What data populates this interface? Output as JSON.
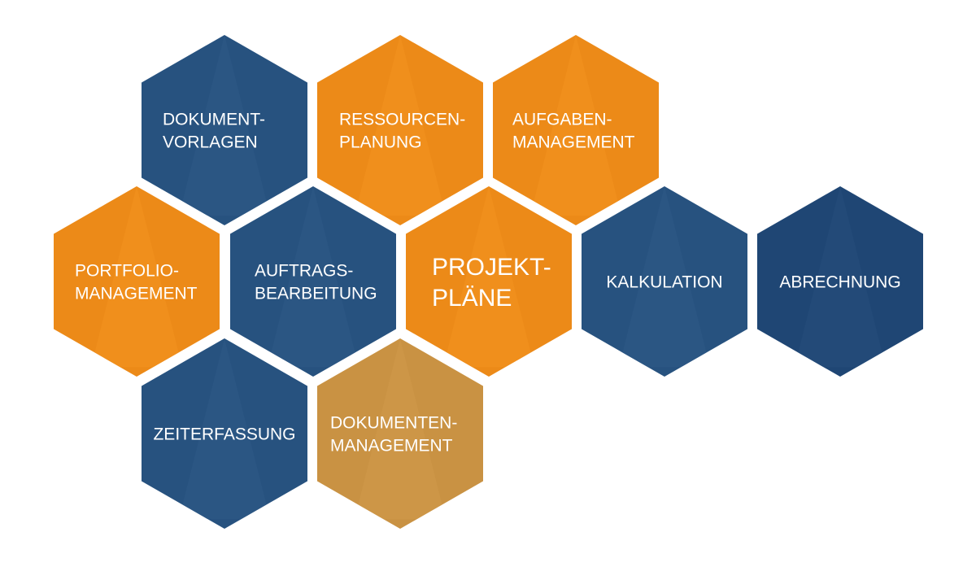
{
  "colors": {
    "blue": "#27527f",
    "blue_light": "#2e5f8f",
    "blue_dark": "#1f4674",
    "orange": "#ec8a18",
    "orange_light": "#f19a33",
    "orange_muted": "#c99243",
    "text": "#ffffff"
  },
  "hexagons": [
    {
      "id": "dokument-vorlagen",
      "lines": [
        "DOKUMENT-",
        "VORLAGEN"
      ],
      "color": "blue",
      "highlight": false
    },
    {
      "id": "ressourcen-planung",
      "lines": [
        "RESSOURCEN-",
        "PLANUNG"
      ],
      "color": "orange",
      "highlight": false
    },
    {
      "id": "aufgaben-management",
      "lines": [
        "AUFGABEN-",
        "MANAGEMENT"
      ],
      "color": "orange",
      "highlight": false
    },
    {
      "id": "portfolio-management",
      "lines": [
        "PORTFOLIO-",
        "MANAGEMENT"
      ],
      "color": "orange",
      "highlight": false
    },
    {
      "id": "auftrags-bearbeitung",
      "lines": [
        "AUFTRAGS-",
        "BEARBEITUNG"
      ],
      "color": "blue",
      "highlight": false
    },
    {
      "id": "projekt-plaene",
      "lines": [
        "PROJEKT-",
        "PLÄNE"
      ],
      "color": "orange",
      "highlight": true
    },
    {
      "id": "kalkulation",
      "lines": [
        "KALKULATION"
      ],
      "color": "blue",
      "highlight": false
    },
    {
      "id": "abrechnung",
      "lines": [
        "ABRECHNUNG"
      ],
      "color": "blue_dark",
      "highlight": false
    },
    {
      "id": "zeiterfassung",
      "lines": [
        "ZEITERFASSUNG"
      ],
      "color": "blue",
      "highlight": false
    },
    {
      "id": "dokumenten-management",
      "lines": [
        "DOKUMENTEN-",
        "MANAGEMENT"
      ],
      "color": "orange_muted",
      "highlight": false
    }
  ]
}
